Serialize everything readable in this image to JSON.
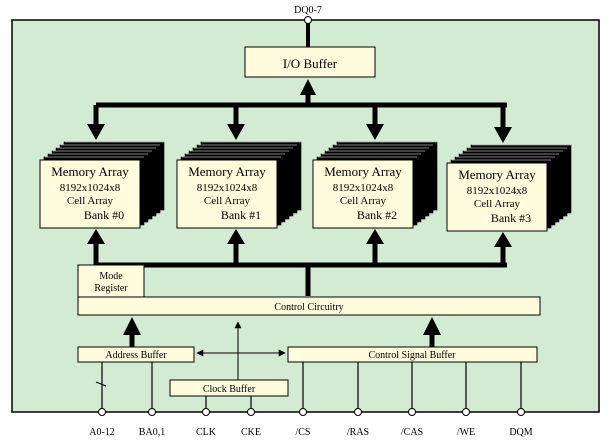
{
  "colors": {
    "panel": "#d3ebd3",
    "box": "#fffbdc",
    "line": "#000000"
  },
  "top_pin": "DQ0-7",
  "io_buffer": "I/O Buffer",
  "banks": [
    {
      "line1": "Memory Array",
      "line2": "8192x1024x8",
      "line3": "Cell Array",
      "line4": "Bank #0"
    },
    {
      "line1": "Memory Array",
      "line2": "8192x1024x8",
      "line3": "Cell Array",
      "line4": "Bank #1"
    },
    {
      "line1": "Memory Array",
      "line2": "8192x1024x8",
      "line3": "Cell Array",
      "line4": "Bank #2"
    },
    {
      "line1": "Memory Array",
      "line2": "8192x1024x8",
      "line3": "Cell Array",
      "line4": "Bank #3"
    }
  ],
  "mode_register": {
    "line1": "Mode",
    "line2": "Register"
  },
  "control_circuitry": "Control Circuitry",
  "address_buffer": "Address Buffer",
  "control_signal_buffer": "Control Signal Buffer",
  "clock_buffer": "Clock Buffer",
  "pins": [
    "A0-12",
    "BA0,1",
    "CLK",
    "CKE",
    "/CS",
    "/RAS",
    "/CAS",
    "/WE",
    "DQM"
  ]
}
